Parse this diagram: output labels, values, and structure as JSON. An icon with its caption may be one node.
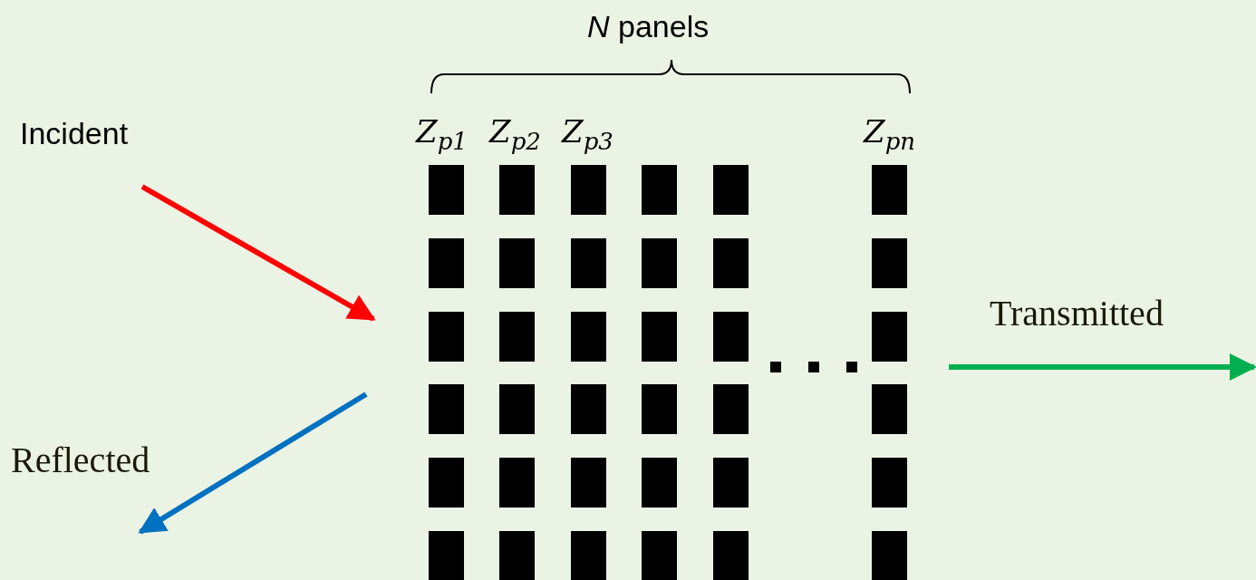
{
  "diagram": {
    "labels": [
      "*N* panels",
      "Incident",
      "Z$_{p1}$",
      "Z$_{p2}$",
      "Z$_{p3}$",
      "Z$_{pn}$",
      "Transmitted",
      "Reflected"
    ]
  }
}
